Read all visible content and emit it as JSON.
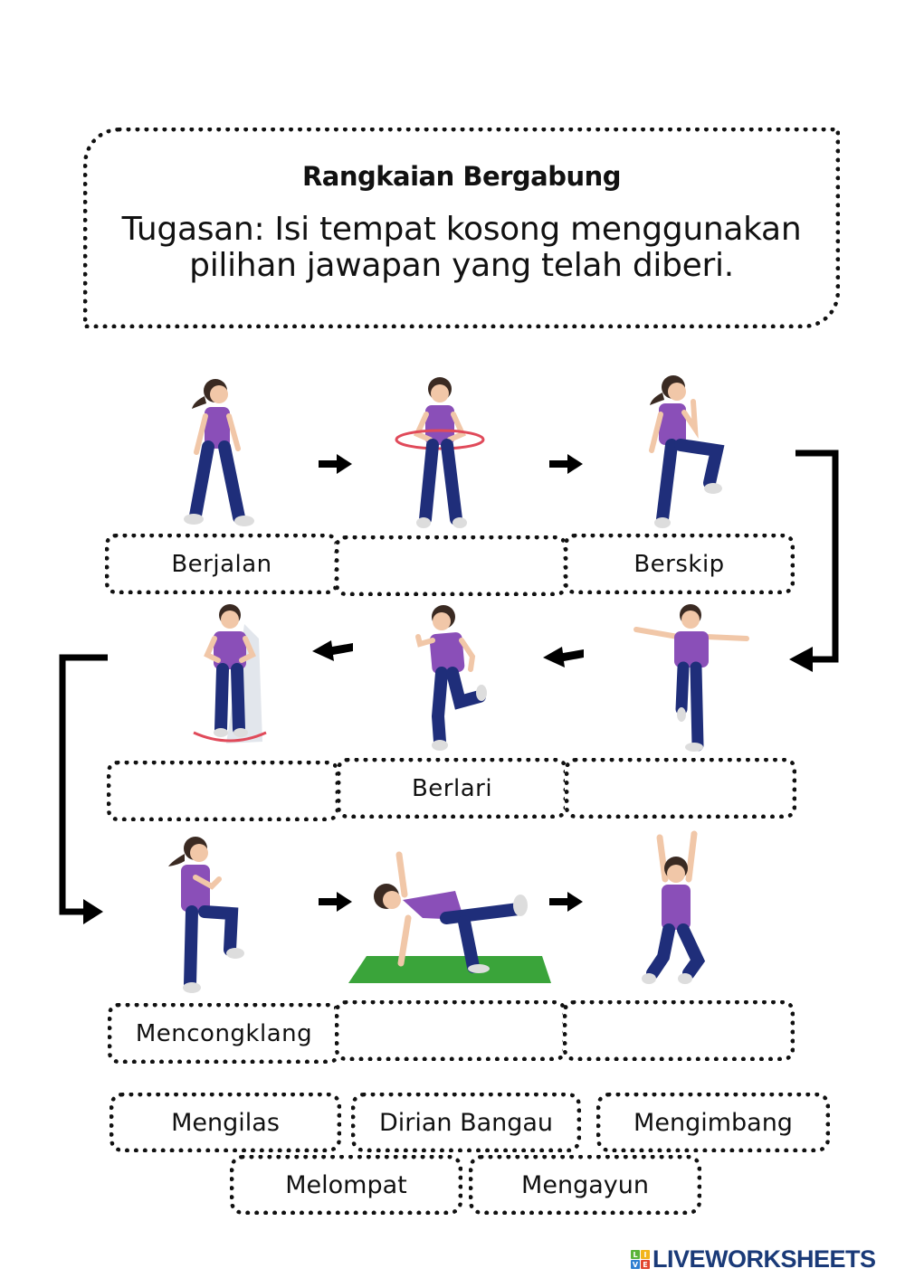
{
  "header": {
    "title": "Rangkaian Bergabung",
    "task_line1": "Tugasan: Isi tempat kosong menggunakan",
    "task_line2": "pilihan jawapan yang telah diberi."
  },
  "sequence": {
    "rows": [
      {
        "direction": "right",
        "items": [
          {
            "figure": "walking-girl-figure",
            "label": "Berjalan"
          },
          {
            "figure": "hip-rotation-girl-figure",
            "label": ""
          },
          {
            "figure": "skipping-girl-figure",
            "label": "Berskip"
          }
        ]
      },
      {
        "direction": "left",
        "items": [
          {
            "figure": "balancing-arms-out-boy-figure",
            "label": ""
          },
          {
            "figure": "running-boy-figure",
            "label": "Berlari"
          },
          {
            "figure": "swaying-boy-figure",
            "label": ""
          }
        ]
      },
      {
        "direction": "right",
        "items": [
          {
            "figure": "galloping-girl-figure",
            "label": "Mencongklang"
          },
          {
            "figure": "side-plank-boy-on-mat-figure",
            "label": ""
          },
          {
            "figure": "jumping-girl-figure",
            "label": ""
          }
        ]
      }
    ]
  },
  "answer_choices": [
    "Mengilas",
    "Dirian Bangau",
    "Mengimbang",
    "Melompat",
    "Mengayun"
  ],
  "footer": {
    "logo_text": "LIVEWORKSHEETS",
    "logo_letters": [
      "L",
      "I",
      "V",
      "E"
    ],
    "logo_colors": [
      "#5bb33a",
      "#f2b51c",
      "#2f7fd1",
      "#e2452f"
    ]
  },
  "colors": {
    "shirt": "#8a4fb8",
    "pants": "#1f2e7a",
    "mat": "#3aa43a",
    "logo_text": "#1a3a78"
  }
}
